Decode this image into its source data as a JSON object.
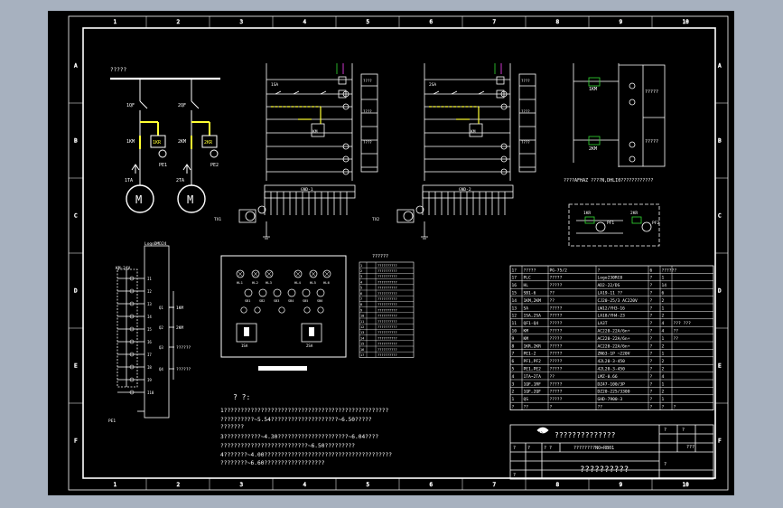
{
  "colors": {
    "frame_bg": "#a7b1bf",
    "canvas_bg": "#000000",
    "line": "#ffffff",
    "yellow": "#ffff33",
    "green": "#33dd33",
    "magenta": "#ff44ff"
  },
  "grid": {
    "cols": [
      "1",
      "2",
      "3",
      "4",
      "5",
      "6",
      "7",
      "8",
      "9",
      "10"
    ],
    "rows": [
      "A",
      "B",
      "C",
      "D",
      "E",
      "F"
    ]
  },
  "motor_section": {
    "title": "?????",
    "breakers": [
      "1QF",
      "2QF"
    ],
    "contactors": [
      "1KM",
      "2KM"
    ],
    "relays": [
      "1KR",
      "2KR"
    ],
    "pe": [
      "PE1",
      "PE2"
    ],
    "ct": [
      "1TA",
      "2TA"
    ],
    "motor_symbol": "M"
  },
  "control_circuits": {
    "ctrl_labels": [
      "1SA",
      "2SA"
    ],
    "coil": "KM",
    "side_blocks": [
      "????",
      "????",
      "????",
      "????",
      "????",
      "????"
    ],
    "terminal_strip": [
      "GND-1",
      "GND-2"
    ],
    "tx_labels": [
      "TX1",
      "TX2"
    ]
  },
  "right_top": {
    "labels": [
      "?????",
      "?????",
      "1KM",
      "2KM"
    ],
    "caption": "????AFHAZ  ????N,DHLI0????????????"
  },
  "dashed_box": {
    "labels": [
      "1KR",
      "2KR",
      "PF1",
      "PF2"
    ]
  },
  "plc": {
    "title": "LogoDMD24",
    "left_label": "KM-24V",
    "outputs": [
      "1KM",
      "2KM",
      "??????",
      "??????"
    ],
    "bottom_label": "PE1"
  },
  "panel": {
    "top_labels": [
      "HL1",
      "HL2",
      "HL3",
      "HL4",
      "HL5",
      "HL6"
    ],
    "mid_labels": [
      "SB1",
      "SB2",
      "SB3",
      "SB4",
      "SB5",
      "SB6"
    ],
    "switch_labels": [
      "1SA",
      "2SA"
    ]
  },
  "mini_table": {
    "title": "??????",
    "rows": 17
  },
  "notes": {
    "title": "? ?:",
    "lines": [
      "1?????????????????????????????????????????????????",
      "??????????~5.54????????????????????~6.50?????",
      "   ???????",
      "3???????????~4.30?????????????????????~6.04????",
      "   ??????????????????????????~6.50?????????",
      "4???????~4.00??????????????????????????????????????",
      "   ????????~6.60??????????????????"
    ]
  },
  "bom": {
    "header": [
      "1?",
      "?????",
      "PG-75/2",
      "?",
      "6",
      "??????"
    ],
    "rows": [
      [
        "17",
        "PLC",
        "?????",
        "Logo230RC0",
        "?",
        "1",
        ""
      ],
      [
        "16",
        "HL",
        "?????",
        "AD2-22/DS",
        "?",
        "14",
        ""
      ],
      [
        "15",
        "SB1-6",
        "??",
        "LA19-11 ??",
        "?",
        "6",
        ""
      ],
      [
        "14",
        "1KM,2KM",
        "??",
        "CJ20-25/3 AC220V",
        "?",
        "2",
        ""
      ],
      [
        "13",
        "SA",
        "?????",
        "LW12/YH3-16",
        "?",
        "1",
        ""
      ],
      [
        "12",
        "1SA,2SA",
        "?????",
        "LA18/YH4-23",
        "?",
        "2",
        ""
      ],
      [
        "11",
        "QF1-Q4",
        "?????",
        "LA3T",
        "?",
        "4",
        "???  ???"
      ],
      [
        "10",
        "KM",
        "?????",
        "AC220-22A/6n+",
        "?",
        "4",
        "??"
      ],
      [
        "9",
        "KM",
        "?????",
        "AC220-22A/6n+",
        "?",
        "1",
        "??"
      ],
      [
        "8",
        "1KR,2KR",
        "?????",
        "AC220-22A/6n+",
        "?",
        "2",
        ""
      ],
      [
        "7",
        "PE1-2",
        "?????",
        "ZN63-1P ~220V",
        "?",
        "1",
        ""
      ],
      [
        "6",
        "PF1,PF2",
        "?????",
        "42L20-3-450",
        "?",
        "2",
        ""
      ],
      [
        "5",
        "PE1,PE2",
        "?????",
        "42L20-3-450",
        "?",
        "2",
        ""
      ],
      [
        "4",
        "1TA~2TA",
        "??",
        "LMZ-0.66",
        "?",
        "4",
        ""
      ],
      [
        "3",
        "1QF,1RF",
        "?????",
        "DZ47-100/3P",
        "?",
        "1",
        ""
      ],
      [
        "2",
        "1QF,2QF",
        "?????",
        "DZ20-225/3300",
        "?",
        "2",
        ""
      ],
      [
        "1",
        "QS",
        "?????",
        "GHD-7900-3",
        "?",
        "1",
        ""
      ]
    ],
    "footer_row": [
      "?",
      "??",
      "?",
      "??",
      "?",
      "?",
      "?"
    ]
  },
  "title_block": {
    "logo_text": "??",
    "project": "??????????????",
    "drawing_no": "????????NO+RB01",
    "drawing_title": "??????????",
    "cells": [
      "?",
      "?",
      "? ?",
      "?",
      "?",
      "???",
      "?",
      "?"
    ]
  }
}
